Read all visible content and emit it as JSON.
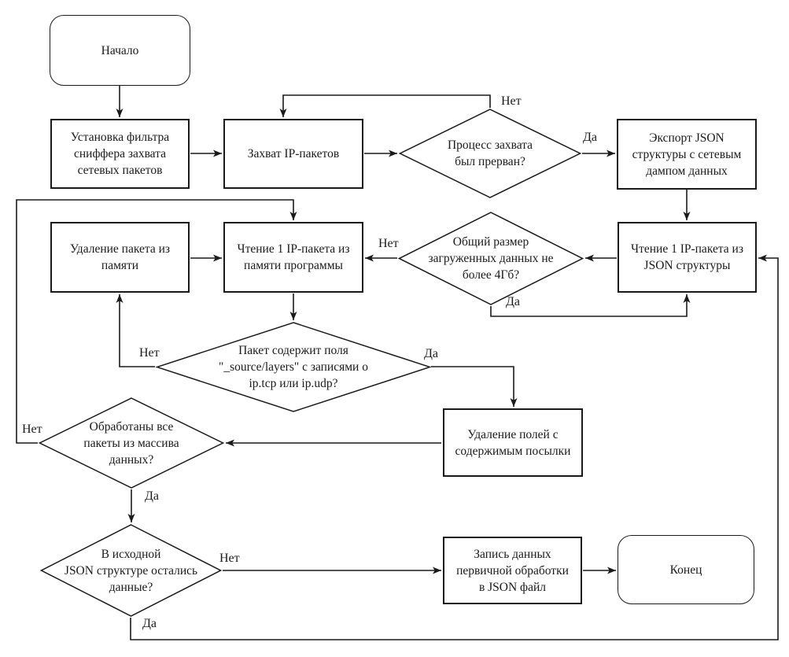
{
  "nodes": {
    "start": {
      "label": "Начало",
      "type": "terminator"
    },
    "setup_filter": {
      "label": "Установка фильтра\nсниффера захвата\nсетевых пакетов",
      "type": "process"
    },
    "capture": {
      "label": "Захват IP-пакетов",
      "type": "process"
    },
    "interrupted": {
      "label": "Процесс захвата\nбыл прерван?",
      "type": "decision"
    },
    "export_json": {
      "label": "Экспорт JSON\nструктуры с сетевым\nдампом данных",
      "type": "process"
    },
    "read_json": {
      "label": "Чтение 1 IP-пакета из\nJSON структуры",
      "type": "process"
    },
    "size_check": {
      "label": "Общий размер\nзагруженных данных не\nболее 4Гб?",
      "type": "decision"
    },
    "read_mem": {
      "label": "Чтение 1 IP-пакета из\nпамяти программы",
      "type": "process"
    },
    "delete_packet": {
      "label": "Удаление пакета из\nпамяти",
      "type": "process"
    },
    "contains_fields": {
      "label": "Пакет содержит поля\n\"_source/layers\" с записями о\nip.tcp или ip.udp?",
      "type": "decision"
    },
    "delete_fields": {
      "label": "Удаление полей с\nсодержимым посылки",
      "type": "process"
    },
    "all_processed": {
      "label": "Обработаны все\nпакеты из массива\nданных?",
      "type": "decision"
    },
    "data_remaining": {
      "label": "В исходной\nJSON структуре остались\nданные?",
      "type": "decision"
    },
    "write_file": {
      "label": "Запись данных\nпервичной обработки\nв JSON файл",
      "type": "process"
    },
    "end": {
      "label": "Конец",
      "type": "terminator"
    }
  },
  "edge_labels": {
    "interrupted_no": "Нет",
    "interrupted_yes": "Да",
    "size_no": "Нет",
    "size_yes": "Да",
    "contains_no": "Нет",
    "contains_yes": "Да",
    "processed_no": "Нет",
    "processed_yes": "Да",
    "remaining_no": "Нет",
    "remaining_yes": "Да"
  },
  "colors": {
    "line": "#1a1a1a",
    "text": "#1a1a1a",
    "background": "#ffffff"
  }
}
